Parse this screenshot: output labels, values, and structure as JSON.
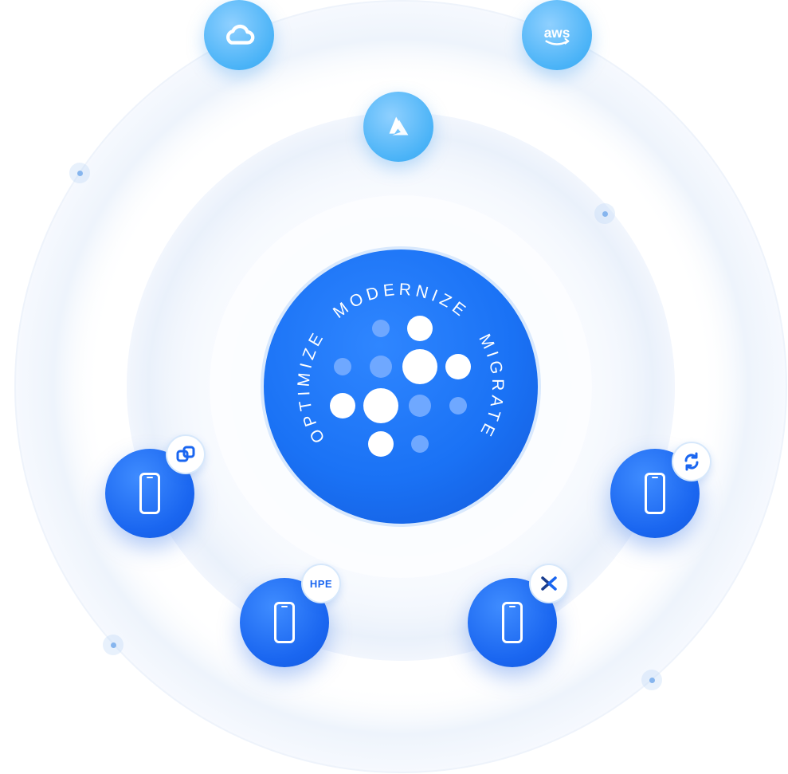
{
  "colors": {
    "ring_light": "#f3f7fd",
    "ring_mid": "#eef4fc",
    "hub_blue": "#1a72f5",
    "device_blue": "#1a66f0",
    "cloud_blue": "#4ab3f7",
    "white": "#ffffff"
  },
  "hub": {
    "labels": {
      "top": "MODERNIZE",
      "right": "MIGRATE",
      "left": "OPTIMIZE"
    },
    "logo_icon": "dot-grid-logo-icon"
  },
  "clouds": [
    {
      "name": "google-cloud",
      "icon": "google-cloud-icon",
      "text": ""
    },
    {
      "name": "aws",
      "icon": "aws-icon",
      "text": "aws"
    },
    {
      "name": "azure",
      "icon": "azure-icon",
      "text": ""
    }
  ],
  "devices": [
    {
      "name": "vmware-device",
      "badge_icon": "vmware-icon",
      "badge_text": ""
    },
    {
      "name": "hpe-device",
      "badge_icon": "hpe-icon",
      "badge_text": "HPE"
    },
    {
      "name": "nutanix-device",
      "badge_icon": "nutanix-icon",
      "badge_text": ""
    },
    {
      "name": "sync-device",
      "badge_icon": "sync-icon",
      "badge_text": ""
    }
  ]
}
